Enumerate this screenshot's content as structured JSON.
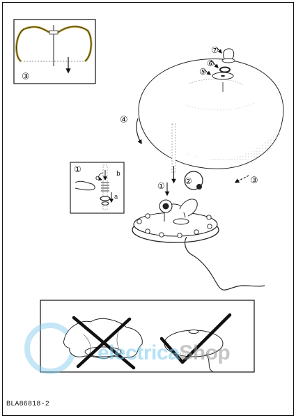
{
  "document": {
    "code": "BLA86818-2"
  },
  "watermark": {
    "part_a": "electrica",
    "part_b": "Shop",
    "brand_color": "#7cc8ea"
  },
  "steps": {
    "inset_frame": "③",
    "shade_arrow": "④",
    "rotate_arrow": "③",
    "bulb": "②",
    "socket": "①",
    "detail_box": "①",
    "knob": "⑦",
    "washer": "⑥",
    "plate": "⑤"
  },
  "detail_labels": {
    "a": "a",
    "b": "b",
    "c": "c"
  },
  "hints": {
    "wrong_icon": "cross-mark",
    "right_icon": "check-mark"
  }
}
